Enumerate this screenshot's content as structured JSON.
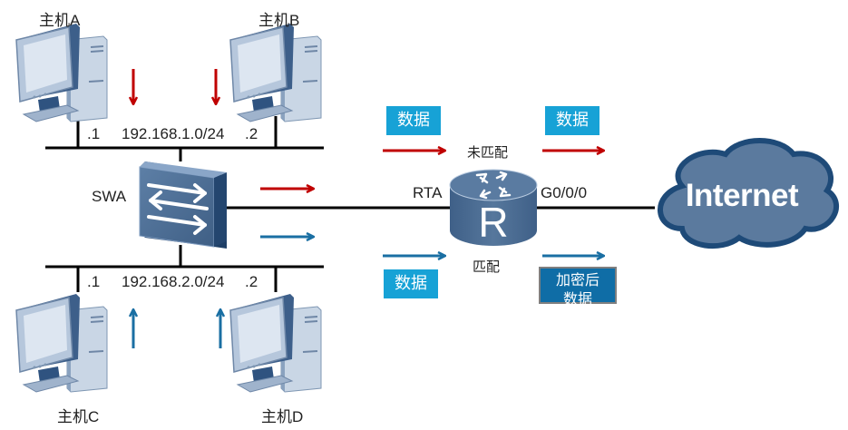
{
  "hosts": {
    "a": {
      "label": "主机A"
    },
    "b": {
      "label": "主机B"
    },
    "c": {
      "label": "主机C"
    },
    "d": {
      "label": "主机D"
    }
  },
  "networks": {
    "top": {
      "subnet": "192.168.1.0/24",
      "left_host_ip": ".1",
      "right_host_ip": ".2"
    },
    "bottom": {
      "subnet": "192.168.2.0/24",
      "left_host_ip": ".1",
      "right_host_ip": ".2"
    }
  },
  "switch": {
    "label": "SWA"
  },
  "router": {
    "label": "RTA",
    "glyph": "R",
    "interface": "G0/0/0"
  },
  "cloud": {
    "label": "Internet"
  },
  "flows": {
    "unmatched": {
      "label": "未匹配",
      "in_box": "数据",
      "out_box": "数据",
      "color": "#c00000"
    },
    "matched": {
      "label": "匹配",
      "in_box": "数据",
      "out_box_line1": "加密后",
      "out_box_line2": "数据",
      "color": "#1a6fa3"
    }
  },
  "colors": {
    "box_cyan": "#17a2d6",
    "box_dark": "#0f6da6",
    "device_blue": "#4a6b8f",
    "cloud_fill": "#5b7a9e",
    "cloud_border": "#1e4a78"
  }
}
